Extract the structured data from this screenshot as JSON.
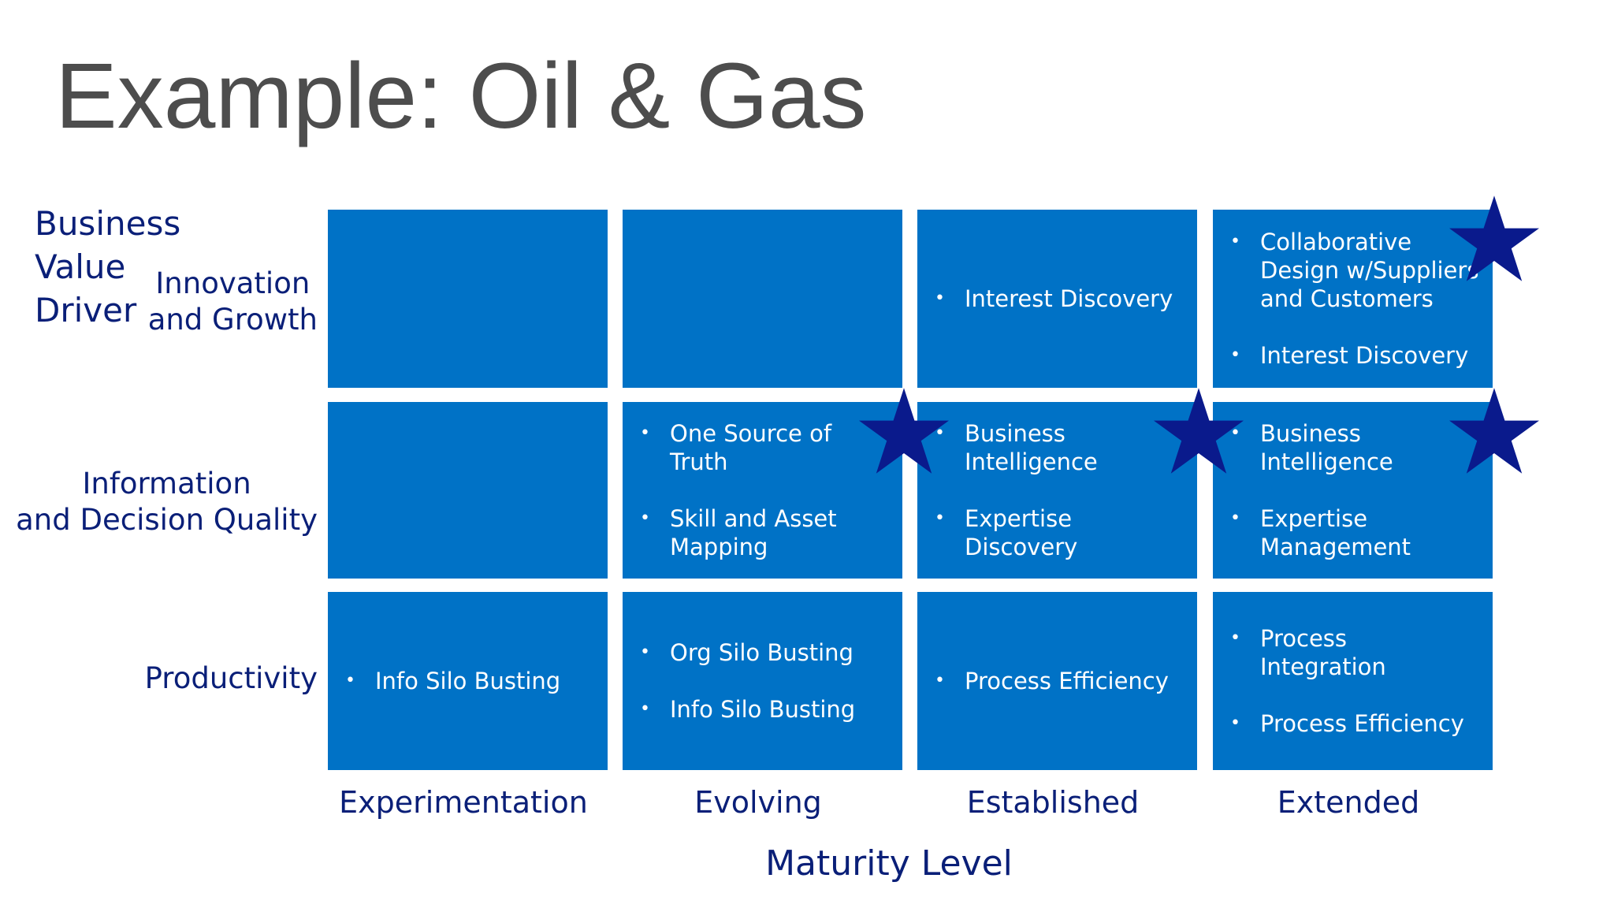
{
  "slide": {
    "title": "Example: Oil & Gas"
  },
  "y_axis": {
    "label": [
      "Business",
      "Value",
      "Driver"
    ],
    "rows": [
      {
        "label": [
          "Innovation",
          "and Growth"
        ]
      },
      {
        "label": [
          "Information",
          "and Decision Quality"
        ]
      },
      {
        "label": [
          "Productivity"
        ]
      }
    ]
  },
  "x_axis": {
    "label": "Maturity Level",
    "columns": [
      "Experimentation",
      "Evolving",
      "Established",
      "Extended"
    ]
  },
  "grid": [
    [
      {
        "items": []
      },
      {
        "items": []
      },
      {
        "items": [
          "Interest Discovery"
        ]
      },
      {
        "items": [
          "Collaborative Design w/Suppliers and Customers",
          "Interest Discovery"
        ]
      }
    ],
    [
      {
        "items": []
      },
      {
        "items": [
          "One Source of Truth",
          "Skill and Asset Mapping"
        ]
      },
      {
        "items": [
          "Business Intelligence",
          "Expertise Discovery"
        ]
      },
      {
        "items": [
          "Business Intelligence",
          "Expertise Management"
        ]
      }
    ],
    [
      {
        "items": [
          "Info Silo Busting"
        ]
      },
      {
        "items": [
          "Org Silo Busting",
          "Info Silo Busting"
        ]
      },
      {
        "items": [
          "Process Efficiency"
        ]
      },
      {
        "items": [
          "Process Integration",
          "Process Efficiency"
        ]
      }
    ]
  ],
  "stars": [
    {
      "row": 0,
      "col": 3
    },
    {
      "row": 1,
      "col": 1
    },
    {
      "row": 1,
      "col": 2
    },
    {
      "row": 1,
      "col": 3
    }
  ],
  "colors": {
    "cell": "#0072c6",
    "label": "#0a1f78",
    "star": "#0a1a8c",
    "title": "#4d4d4d"
  }
}
